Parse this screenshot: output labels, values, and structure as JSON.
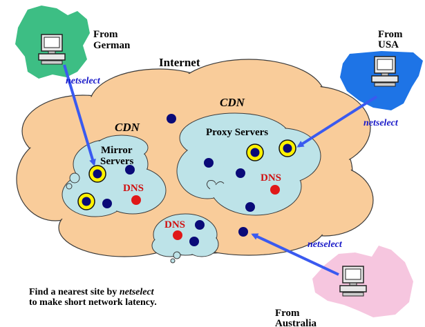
{
  "title": "Internet",
  "regions": {
    "german": {
      "label_line1": "From",
      "label_line2": "German"
    },
    "usa": {
      "label_line1": "From",
      "label_line2": "USA"
    },
    "australia": {
      "label_line1": "From",
      "label_line2": "Australia"
    }
  },
  "cdn_labels": [
    "CDN",
    "CDN"
  ],
  "clusters": {
    "mirror": {
      "label_line1": "Mirror",
      "label_line2": "Servers"
    },
    "proxy": {
      "label": "Proxy Servers"
    }
  },
  "dns_labels": [
    "DNS",
    "DNS",
    "DNS"
  ],
  "arrow_labels": [
    "netselect",
    "netselect",
    "netselect"
  ],
  "caption": {
    "line1_prefix": "Find a nearest site by ",
    "line1_em": "netselect",
    "line2": "to make short network latency."
  },
  "colors": {
    "cloud_outer": "#F9CC9A",
    "cloud_inner": "#BDE3E8",
    "germany": "#3DBE84",
    "usa": "#1E74E6",
    "australia": "#F6C6DF",
    "node": "#0A0A78",
    "highlight": "#FFF200",
    "dns_node": "#E01818",
    "dns_text": "#D01010",
    "arrow": "#3A5AF0",
    "netselect_text": "#1A1AC8"
  }
}
